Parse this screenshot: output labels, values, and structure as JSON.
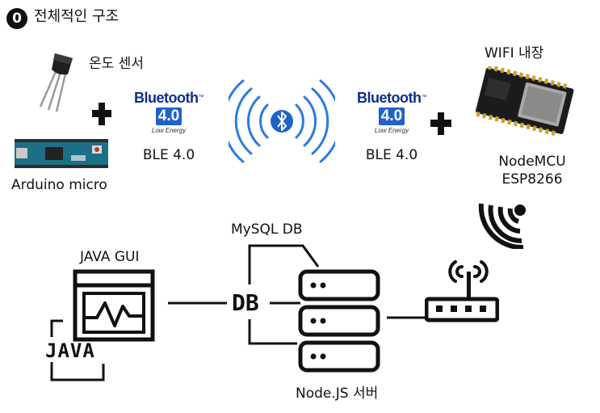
{
  "heading": {
    "badge": "0",
    "title": "전체적인 구조"
  },
  "sensor": {
    "label": "온도 센서",
    "board_label": "Arduino micro"
  },
  "bluetooth_left": {
    "wordmark": "Bluetooth",
    "trademark": "™",
    "version": "4.0",
    "tagline": "Low Energy",
    "caption": "BLE 4.0"
  },
  "bluetooth_right": {
    "wordmark": "Bluetooth",
    "trademark": "™",
    "version": "4.0",
    "tagline": "Low Energy",
    "caption": "BLE 4.0"
  },
  "nodemcu": {
    "wifi_label": "WIFI 내장",
    "name_line1": "NodeMCU",
    "name_line2": "ESP8266"
  },
  "gui": {
    "label": "JAVA GUI",
    "java_text": "JAVA"
  },
  "database": {
    "label": "MySQL DB",
    "db_text": "DB"
  },
  "server": {
    "label": "Node.JS 서버"
  },
  "colors": {
    "bluetooth_navy": "#0b2f8c",
    "bluetooth_blue": "#1e63c8",
    "board_teal": "#1d6f86",
    "wave_blue": "#2a7be0",
    "pcb_black": "#1b1b1b",
    "icon_black": "#111111"
  }
}
